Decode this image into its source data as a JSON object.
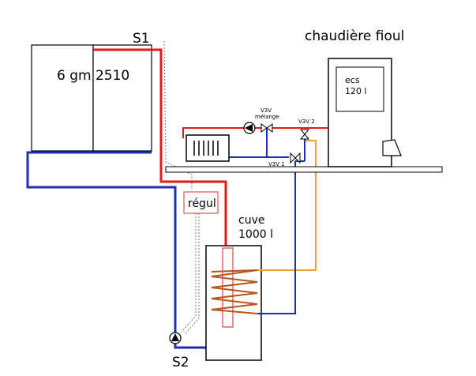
{
  "labels": {
    "panels": "6 gm 2510",
    "sensor_top": "S1",
    "sensor_bottom": "S2",
    "boiler": "chaudière fioul",
    "ecs_title": "ecs",
    "ecs_volume": "120 l",
    "valve_mix_line1": "V3V",
    "valve_mix_line2": "mélange",
    "valve2": "V3V 2",
    "valve1": "V3V 1",
    "regulator": "régul",
    "tank_title": "cuve",
    "tank_volume": "1000 l"
  },
  "colors": {
    "hot_pipe": "#e31a1a",
    "cold_pipe": "#1f2fb3",
    "ecs_loop": "#f0a030",
    "coil": "#b8541a",
    "outline": "#000000",
    "sensor_wire": "#777777"
  }
}
